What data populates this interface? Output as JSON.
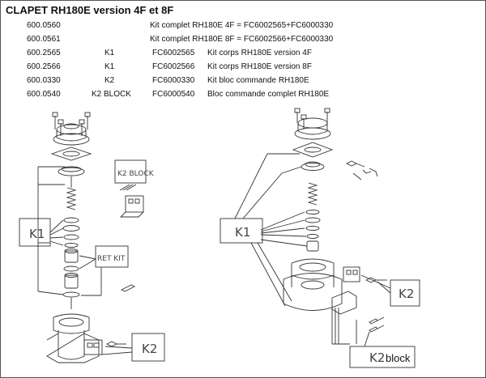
{
  "header": {
    "title": "CLAPET RH180E version 4F et 8F"
  },
  "parts_table": {
    "rows": [
      {
        "code": "600.0560",
        "ref": "",
        "fc": "",
        "description": "Kit complet RH180E 4F = FC6002565+FC6000330"
      },
      {
        "code": "600.0561",
        "ref": "",
        "fc": "",
        "description": "Kit complet RH180E 8F = FC6002566+FC6000330"
      },
      {
        "code": "600.2565",
        "ref": "K1",
        "fc": "FC6002565",
        "description": "Kit corps RH180E version 4F"
      },
      {
        "code": "600.2566",
        "ref": "K1",
        "fc": "FC6002566",
        "description": "Kit corps RH180E version 8F"
      },
      {
        "code": "600.0330",
        "ref": "K2",
        "fc": "FC6000330",
        "description": "Kit bloc commande RH180E"
      },
      {
        "code": "600.0540",
        "ref": "K2 BLOCK",
        "fc": "FC6000540",
        "description": "Bloc commande complet RH180E"
      }
    ]
  },
  "diagram_left": {
    "k1_label": "K1",
    "k2_label": "K2",
    "k2_block_label": "K2 BLOCK",
    "ret_kit_label": "RET KIT"
  },
  "diagram_right": {
    "k1_label": "K1",
    "k2_label": "K2",
    "k2_block_label_prefix": "K2",
    "k2_block_label_suffix": "block"
  },
  "colors": {
    "line": "#333333",
    "border": "#555555",
    "background": "#ffffff"
  }
}
